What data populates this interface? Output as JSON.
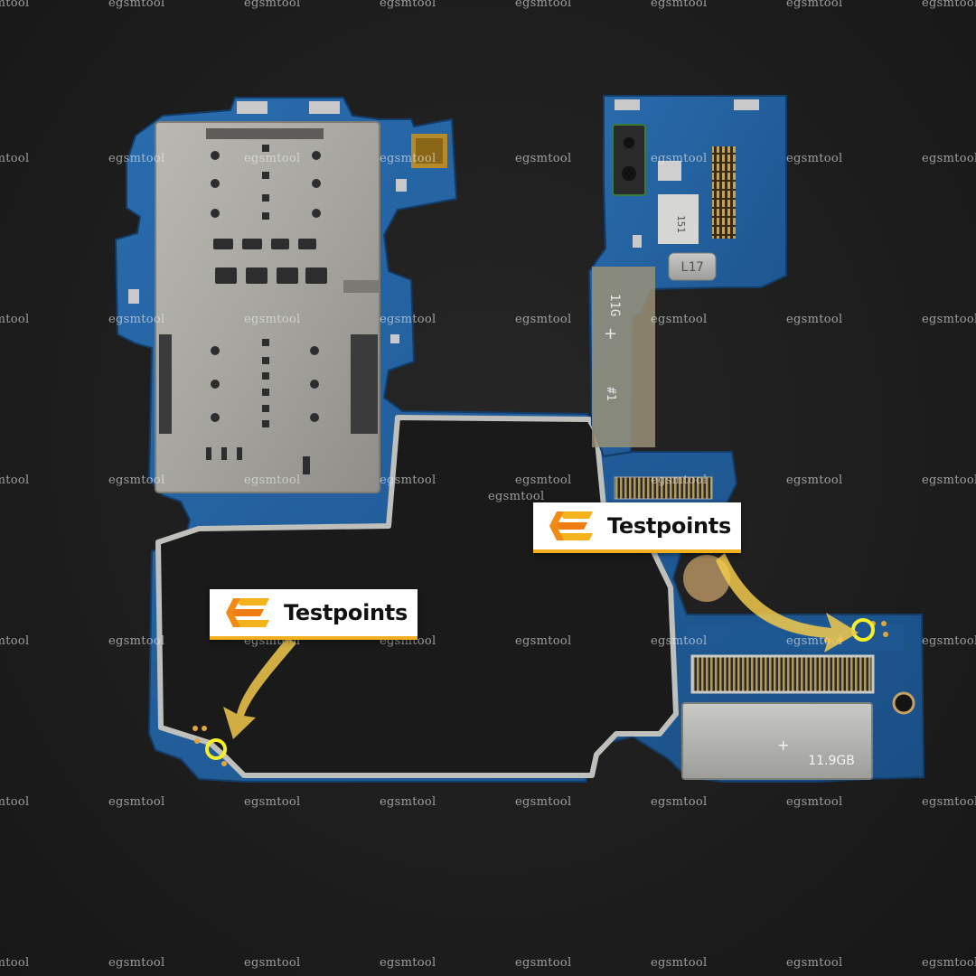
{
  "watermark": {
    "text": "egsmtool",
    "positions": [
      [
        "-30",
        "0"
      ],
      [
        "120",
        "0"
      ],
      [
        "270",
        "0"
      ],
      [
        "420",
        "0"
      ],
      [
        "570",
        "0"
      ],
      [
        "720",
        "0"
      ],
      [
        "870",
        "0"
      ],
      [
        "1020",
        "0"
      ]
    ]
  },
  "labels": [
    {
      "id": "right",
      "text": "Testpoints"
    },
    {
      "id": "left",
      "text": "Testpoints"
    }
  ],
  "board_markings": {
    "flex_text": "11G",
    "shield_text": "11.9GB",
    "chip_l": "L17",
    "chip_151": "151",
    "flex_mark": "#1"
  },
  "colors": {
    "background": "#1c1c1c",
    "pcb": "#1f5f9c",
    "label_accent": "#f2b01e",
    "arrow": "#f2c94c",
    "testpoint_ring": "#f5ef2a"
  }
}
